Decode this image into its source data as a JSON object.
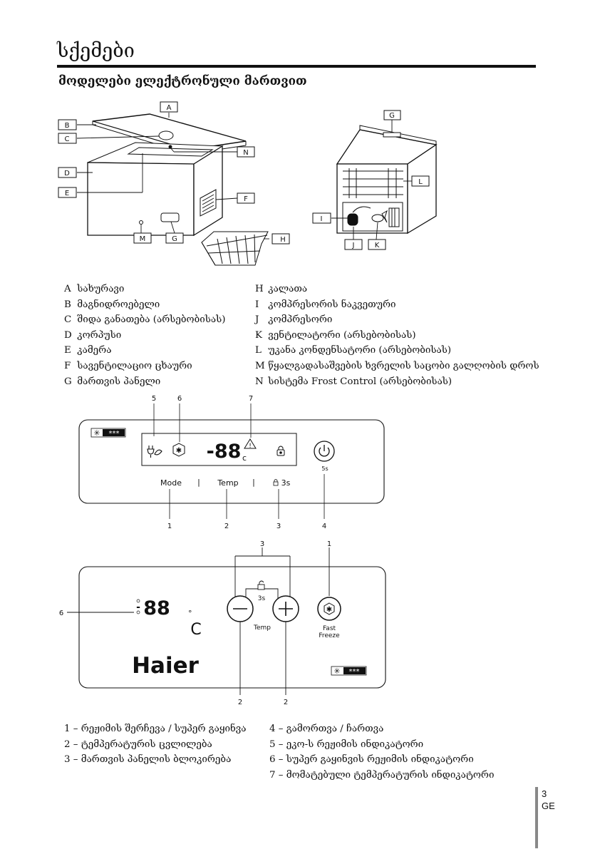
{
  "page": {
    "title": "სქემები",
    "subtitle": "მოდელები ელექტრონული მართვით",
    "number": "3",
    "lang": "GE"
  },
  "diagram": {
    "left_callouts": {
      "A": "A",
      "B": "B",
      "C": "C",
      "D": "D",
      "E": "E",
      "N": "N",
      "F": "F",
      "M": "M",
      "G": "G",
      "H": "H"
    },
    "right_callouts": {
      "G": "G",
      "L": "L",
      "I": "I",
      "J": "J",
      "K": "K"
    }
  },
  "legend": {
    "left": [
      {
        "key": "A",
        "text": "სახურავი"
      },
      {
        "key": "B",
        "text": "მაგნიდროებელი"
      },
      {
        "key": "C",
        "text": "შიდა განათება (არსებობისას)"
      },
      {
        "key": "D",
        "text": "კორპუსი"
      },
      {
        "key": "E",
        "text": "კამერა"
      },
      {
        "key": "F",
        "text": "სავენტილაციო ცხაური"
      },
      {
        "key": "G",
        "text": "მართვის პანელი"
      }
    ],
    "right": [
      {
        "key": "H",
        "text": "კალათა"
      },
      {
        "key": "I",
        "text": "კომპრესორის ნაკვეთური"
      },
      {
        "key": "J",
        "text": "კომპრესორი"
      },
      {
        "key": "K",
        "text": "ვენტილატორი (არსებობისას)"
      },
      {
        "key": "L",
        "text": " უკანა კონდენსატორი (არსებობისას)"
      },
      {
        "key": "M",
        "text": "წყალგადასაშვების ხვრელის საცობი გალღობის დროს"
      },
      {
        "key": "N",
        "text": "სისტემა Frost Control (არსებობისას)"
      }
    ]
  },
  "panel1": {
    "top_labels": [
      "5",
      "6",
      "7"
    ],
    "display": "-88",
    "display_unit": "c",
    "power_hold": "5s",
    "buttons": {
      "mode": "Mode",
      "sep1": "|",
      "temp": "Temp",
      "sep2": "|",
      "lock": "3s"
    },
    "bottom_labels": [
      "1",
      "2",
      "3",
      "4"
    ],
    "stars": "***"
  },
  "panel2": {
    "top_labels": {
      "group": "3",
      "fast": "1"
    },
    "left_label": "6",
    "display": "88",
    "display_prefix": "-",
    "unit_deg": "°",
    "unit_c": "C",
    "lock_hold": "3s",
    "temp_label": "Temp",
    "fast_label_1": "Fast",
    "fast_label_2": "Freeze",
    "brand": "Haier",
    "stars": "***",
    "bottom_labels": [
      "2",
      "2"
    ]
  },
  "keys": {
    "left": [
      "1 – რეჟიმის შერჩევა / სუპერ გაყინვა",
      "2 – ტემპერატურის ცვლილება",
      "3 – მართვის პანელის ბლოკირება"
    ],
    "right": [
      "4 – გამორთვა / ჩართვა",
      "5 – ეკო-ს რეჟიმის ინდიკატორი",
      "6 – სუპერ გაყინვის რეჟიმის ინდიკატორი",
      "7 – მომატებული ტემპერატურის ინდიკატორი"
    ]
  }
}
